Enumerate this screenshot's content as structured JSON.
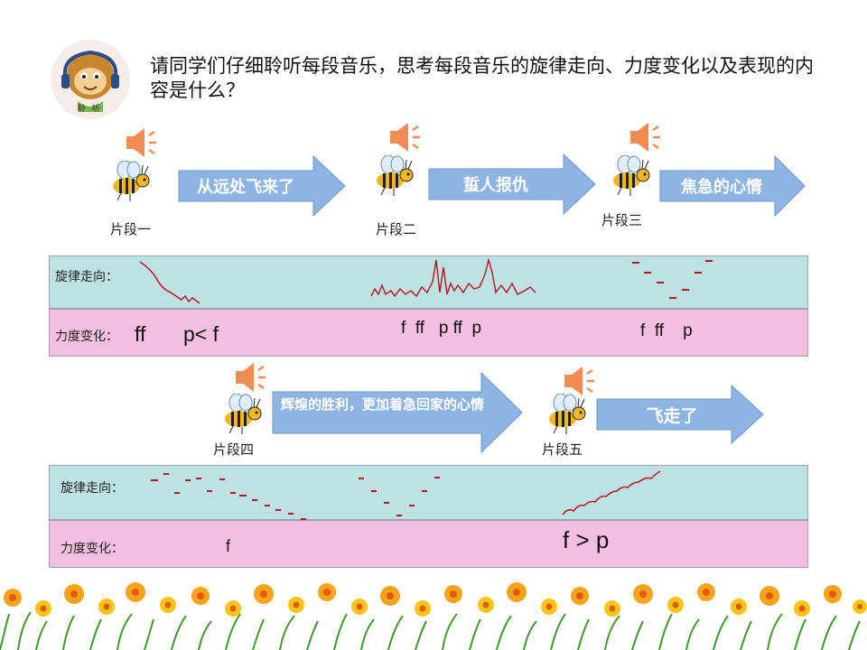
{
  "question": "请同学们仔细聆听每段音乐，思考每段音乐的旋律走向、力度变化以及表现的内容是什么？",
  "avatar": {
    "icon": "monkey-with-headphones-icon",
    "caption": "聆 听"
  },
  "segments": [
    {
      "label": "片段一",
      "content": "从远处飞来了"
    },
    {
      "label": "片段二",
      "content": "蜇人报仇"
    },
    {
      "label": "片段三",
      "content": "焦急的心情"
    },
    {
      "label": "片段四",
      "content": "辉煌的胜利，更加着急回家的心情"
    },
    {
      "label": "片段五",
      "content": "飞走了"
    }
  ],
  "row_labels": {
    "melody": "旋律走向：",
    "dynamics": "力度变化："
  },
  "dynamics": {
    "seg1_a": "ff",
    "seg1_b": "p< f",
    "seg2": "f  ff   p ff  p",
    "seg3": "f  ff    p",
    "seg4": "f",
    "seg5": "f > p"
  },
  "colors": {
    "arrow": "#8eb4e3",
    "melody_band": "#bde2e4",
    "dynamics_band": "#f2bfe0",
    "sketch": "#c0121b",
    "speaker": "#f28c55"
  }
}
